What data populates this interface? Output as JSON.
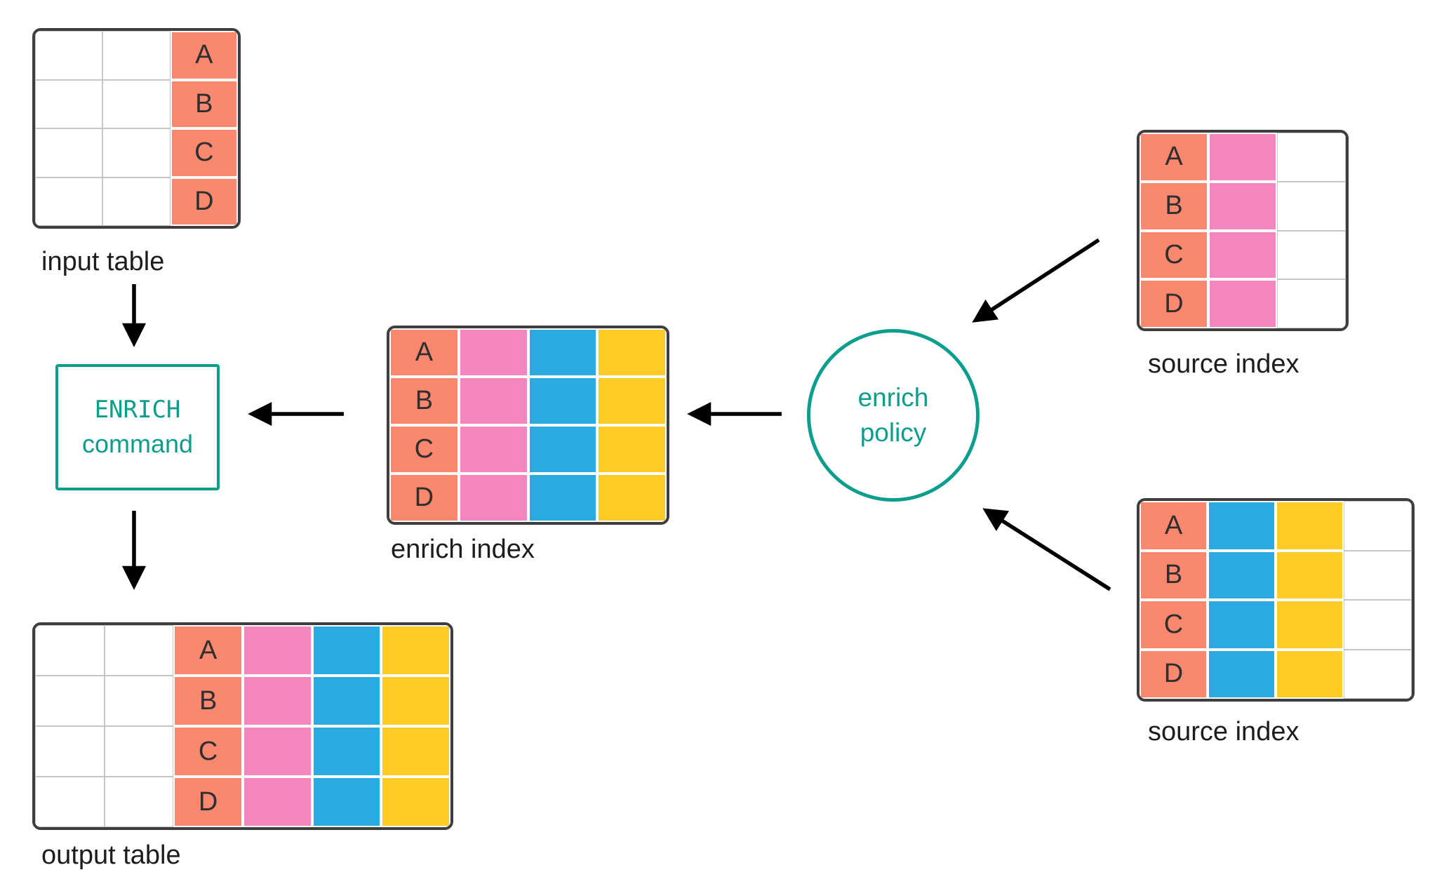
{
  "colors": {
    "salmon": "#F9886E",
    "pink": "#F585BE",
    "blue": "#29ABE2",
    "yellow": "#FDCA26",
    "teal": "#0C9E8C",
    "ink": "#1D1D1D",
    "cell-letter": "#2F2F2F",
    "table-border": "#3E3E3E",
    "grid-line": "#C6C6C6",
    "arrow": "#000000"
  },
  "diagram": {
    "input_table": {
      "label": "input table",
      "rows": [
        "A",
        "B",
        "C",
        "D"
      ]
    },
    "enrich_index": {
      "label": "enrich index",
      "rows": [
        "A",
        "B",
        "C",
        "D"
      ]
    },
    "source_index_top": {
      "label": "source index",
      "rows": [
        "A",
        "B",
        "C",
        "D"
      ]
    },
    "source_index_bottom": {
      "label": "source index",
      "rows": [
        "A",
        "B",
        "C",
        "D"
      ]
    },
    "output_table": {
      "label": "output table",
      "rows": [
        "A",
        "B",
        "C",
        "D"
      ]
    },
    "enrich_command": {
      "line1": "ENRICH",
      "line2": "command"
    },
    "enrich_policy": {
      "line1": "enrich",
      "line2": "policy"
    }
  }
}
